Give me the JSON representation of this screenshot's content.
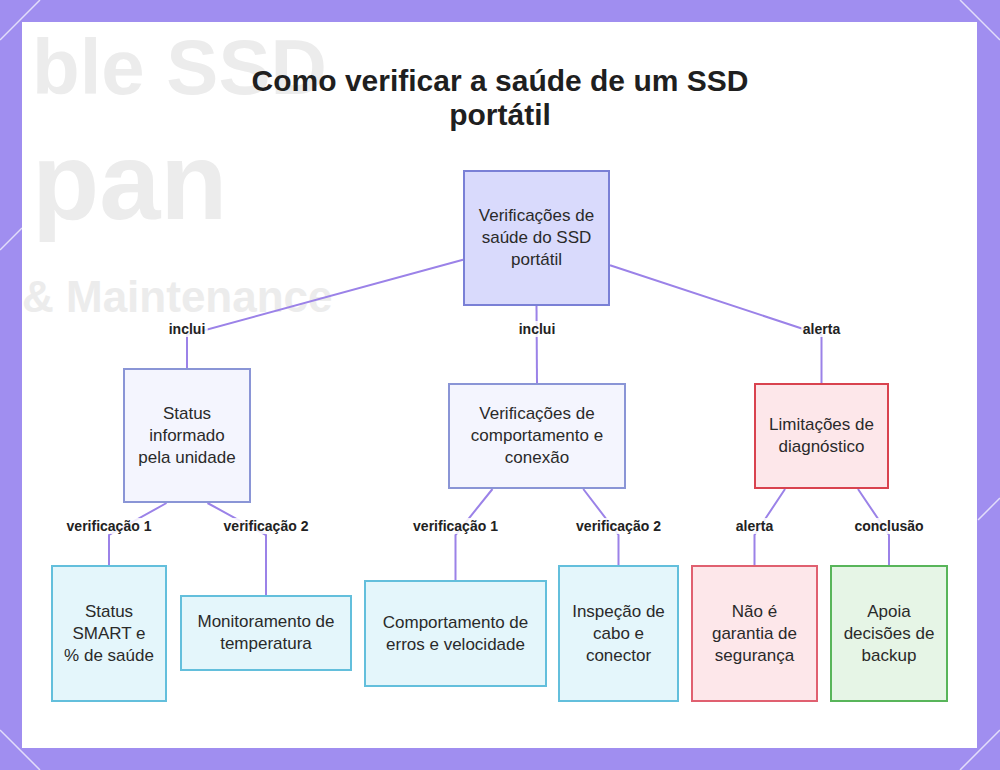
{
  "diagram": {
    "title": "Como verificar a saúde de um SSD portátil",
    "nodes": [
      {
        "text": [
          "Verificações de saúde do SSD portátil"
        ]
      },
      {
        "text": [
          "Status informado pela unidade"
        ]
      },
      {
        "text": [
          "Verificações de comportamento e conexão"
        ]
      },
      {
        "text": [
          "Limitações de diagnóstico"
        ]
      },
      {
        "text": [
          "Status SMART e % de saúde"
        ]
      },
      {
        "text": [
          "Monitoramento de temperatura"
        ]
      },
      {
        "text": [
          "Comportamento de erros e velocidade"
        ]
      },
      {
        "text": [
          "Inspeção de cabo e conector"
        ]
      },
      {
        "text": [
          "Não é garantia de segurança"
        ]
      },
      {
        "text": [
          "Apoia decisões de backup"
        ]
      }
    ],
    "edges": [
      {
        "from": 0,
        "to": 1,
        "label": "inclui",
        "arrow": "none"
      },
      {
        "from": 0,
        "to": 2,
        "label": "inclui",
        "arrow": "none"
      },
      {
        "from": 0,
        "to": 3,
        "label": "alerta",
        "arrow": "none"
      },
      {
        "from": 1,
        "to": 4,
        "label": "verificação 1",
        "arrow": "none"
      },
      {
        "from": 1,
        "to": 5,
        "label": "verificação 2",
        "arrow": "none"
      },
      {
        "from": 2,
        "to": 6,
        "label": "verificação 1",
        "arrow": "none"
      },
      {
        "from": 2,
        "to": 7,
        "label": "verificação 2",
        "arrow": "none"
      },
      {
        "from": 3,
        "to": 8,
        "label": "alerta",
        "arrow": "none"
      },
      {
        "from": 3,
        "to": 9,
        "label": "conclusão",
        "arrow": "none"
      }
    ],
    "labels": [
      "ble SSD",
      "pan",
      "& Maintenance"
    ]
  }
}
